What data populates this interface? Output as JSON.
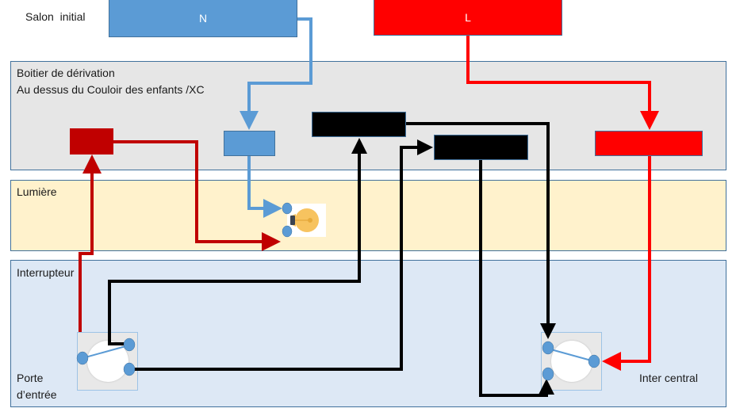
{
  "title_label": "Salon  initial",
  "sources": {
    "neutral": {
      "label": "N",
      "color": "#5b9bd5"
    },
    "live": {
      "label": "L",
      "color": "#ff0000"
    }
  },
  "zones": {
    "junction_box": {
      "line1": "Boitier de dérivation",
      "line2": "Au dessus du Couloir des enfants /XC",
      "color": "#e6e6e6"
    },
    "light": {
      "label": "Lumière",
      "color": "#fff2cc"
    },
    "switch": {
      "label": "Interrupteur",
      "color": "#dde8f5"
    }
  },
  "switches": {
    "entrance": {
      "line1": "Porte",
      "line2": "d’entrée"
    },
    "central": {
      "label": "Inter central"
    }
  },
  "colors": {
    "wire_neutral": "#5b9bd5",
    "wire_live": "#ff0000",
    "wire_return": "#c00000",
    "wire_traveler": "#000000",
    "terminal": "#5b9bd5",
    "bulb": "#f7c35f"
  }
}
